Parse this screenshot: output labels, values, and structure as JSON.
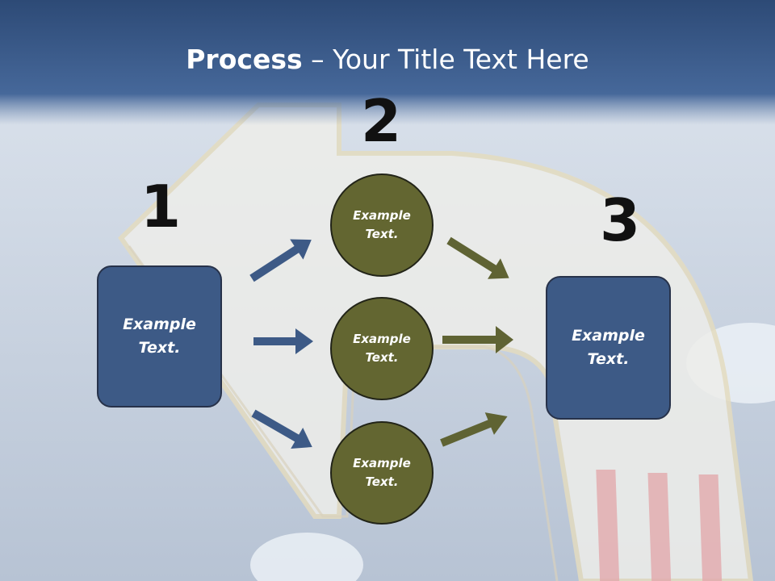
{
  "slide": {
    "title_bold": "Process",
    "title_rest": " – Your Title Text Here",
    "step_numbers": [
      "1",
      "2",
      "3"
    ],
    "left_box": "Example Text.",
    "right_box": "Example Text.",
    "circles": [
      "Example Text.",
      "Example Text.",
      "Example Text."
    ]
  },
  "colors": {
    "header": "#3f5f8f",
    "box_fill": "#3d5a86",
    "circle_fill": "#636631",
    "arrow_blue": "#3d5a86",
    "arrow_olive": "#5f6333"
  }
}
